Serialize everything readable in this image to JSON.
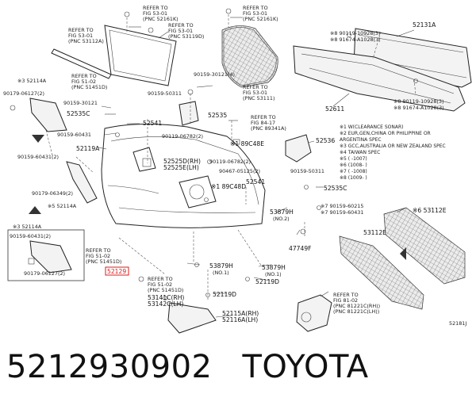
{
  "labels": {
    "refer_a": [
      "REFER TO",
      "FIG 53-01",
      "(PNC 52161K)"
    ],
    "refer_b": [
      "REFER TO",
      "FIG 53-01",
      "(PNC 52161K)"
    ],
    "refer_c": [
      "REFER TO",
      "FIG 53-01",
      "(PNC 53112A)"
    ],
    "refer_d": [
      "REFER TO",
      "FIG 53-01",
      "(PNC 53119D)"
    ],
    "refer_e": [
      "REFER TO",
      "FIG 53-01",
      "(PNC 53111)"
    ],
    "refer_f": [
      "REFER TO",
      "FIG 84-17",
      "(PNC 89341A)"
    ],
    "refer_g": [
      "REFER TO",
      "FIG 51-02",
      "(PNC 51451D)"
    ],
    "refer_h": [
      "REFER TO",
      "FIG 51-02",
      "(PNC 51451D)"
    ],
    "refer_i": [
      "REFER TO",
      "FIG 81-02",
      "(PNC 81221C(RH))",
      "(PNC 81221C(LH))"
    ],
    "p52131A": "52131A",
    "p90119_10928_3": "※8 90119-10928(3)",
    "p91674_A1028_3": "※8 91674-A1028(3)",
    "p90119_10928_3b": "※8 90119-10928(3)",
    "p91674_A1028_3b": "※8 91674-A1028(3)",
    "p52611": "52611",
    "p52114A_a": "※3 52114A",
    "p90179_06127_2": "90179-06127(2)",
    "p90159_30121": "90159-30121",
    "p52535C": "52535C",
    "p90159_60431": "90159-60431",
    "p52541": "52541",
    "p90159_50311": "90159-50311",
    "p52535": "52535",
    "p90159_30121_4": "90159-30121(4)",
    "p90119_06782_2": "90119-06782(2)",
    "p89C48E": "※1 89C48E",
    "p52119A": "52119A",
    "p90159_60431_2": "90159-60431(2)",
    "p90179_06349_2": "90179-06349(2)",
    "p52114A_b": "※5 52114A",
    "p52525": "52525D(RH)",
    "p52525b": "52525E(LH)",
    "p90119_06782_2b": "90119-06782(2)",
    "p90467_0512S": "90467-05125(2)",
    "p52541b": "52541",
    "p89C48D": "※1 89C48D",
    "p52536": "52536",
    "p90159_50311b": "90159-50311",
    "p52535C_b": "52535C",
    "p90159_60215": "※7 90159-60215",
    "p90159_60431b": "※7 90159-60431",
    "p53879H": "53879H",
    "p53879H_no2": "(NO.2)",
    "p47749F": "47749F",
    "p52114A_c": "※3 52114A",
    "p90159_60431_2b": "90159-60431(2)",
    "p90179_06127_2b": "90179-06127(2)",
    "p52129": "52129",
    "p53879H_b": "53879H",
    "p53879H_no1": "(NO.1)",
    "p53879H_c": "53879H",
    "p53879H_no1b": "(NO.1)",
    "p52119D": "52119D",
    "p52119D_b": "52119D",
    "p53141C": "53141C(RH)",
    "p53142C": "53142C(LH)",
    "p52115A": "52115A(RH)",
    "p52116A": "52116A(LH)",
    "p53112E": "※6 53112E",
    "p53112E_b": "53112E",
    "code": "52181J"
  },
  "notes": [
    "※1 W(CLEARANCE SONAR)",
    "※2 EUR,GEN,CHINA OR PHILIPPINE OR",
    "     ARGENTINA SPEC",
    "※3 GCC,AUSTRALIA OR NEW ZEALAND SPEC",
    "※4 TAIWAN SPEC",
    "※5 (       -1007)",
    "※6 (1008-       )",
    "※7 (       -1008)",
    "※8 (1009-       )"
  ],
  "caption": {
    "part_number": "5212930902",
    "brand": "TOYOTA"
  }
}
